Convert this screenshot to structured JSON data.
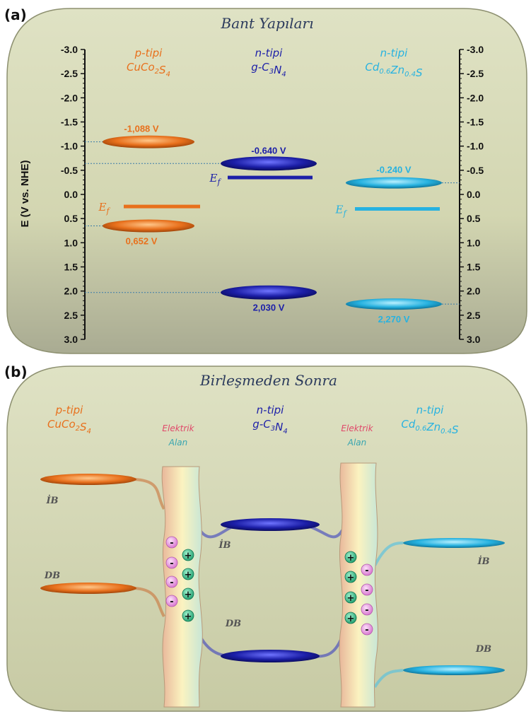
{
  "panel_a": {
    "label": "(a)",
    "title": "Bant Yapıları",
    "ylabel": "E (V vs. NHE)",
    "yticks": [
      "-3.0",
      "-2.5",
      "-2.0",
      "-1.5",
      "-1.0",
      "-0.5",
      "0.0",
      "0.5",
      "1.0",
      "1.5",
      "2.0",
      "2.5",
      "3.0"
    ],
    "materials": [
      {
        "type": "p-tipi",
        "name": "CuCo",
        "sub1": "2",
        "mid": "S",
        "sub2": "4",
        "color": "#e8701c",
        "cb": -1.088,
        "cb_label": "-1,088 V",
        "vb": 0.652,
        "vb_label": "0,652 V",
        "ef": 0.25
      },
      {
        "type": "n-tipi",
        "name": "g-C",
        "sub1": "3",
        "mid": "N",
        "sub2": "4",
        "color": "#1c1fa8",
        "cb": -0.64,
        "cb_label": "-0.640 V",
        "vb": 2.03,
        "vb_label": "2,030 V",
        "ef": -0.35
      },
      {
        "type": "n-tipi",
        "name": "Cd",
        "sub1": "0.6",
        "mid": "Zn",
        "sub2": "0.4",
        "tail": "S",
        "color": "#27b2e0",
        "cb": -0.24,
        "cb_label": "-0.240 V",
        "vb": 2.27,
        "vb_label": "2,270 V",
        "ef": 0.3
      }
    ],
    "ef_label": "E",
    "ef_sub": "f"
  },
  "panel_b": {
    "label": "(b)",
    "title": "Birleşmeden Sonra",
    "field_label_1": "Elektrik",
    "field_label_2": "Alan",
    "cb_label": "İB",
    "vb_label": "DB",
    "minus": "-",
    "plus": "+"
  },
  "colors": {
    "panel_bg": "#d9dcb8",
    "axis": "#111111",
    "minus_fill": "#e79be0",
    "plus_fill": "#2fc08a",
    "field_red": "#e0486a",
    "field_teal": "#3aa6b0"
  }
}
